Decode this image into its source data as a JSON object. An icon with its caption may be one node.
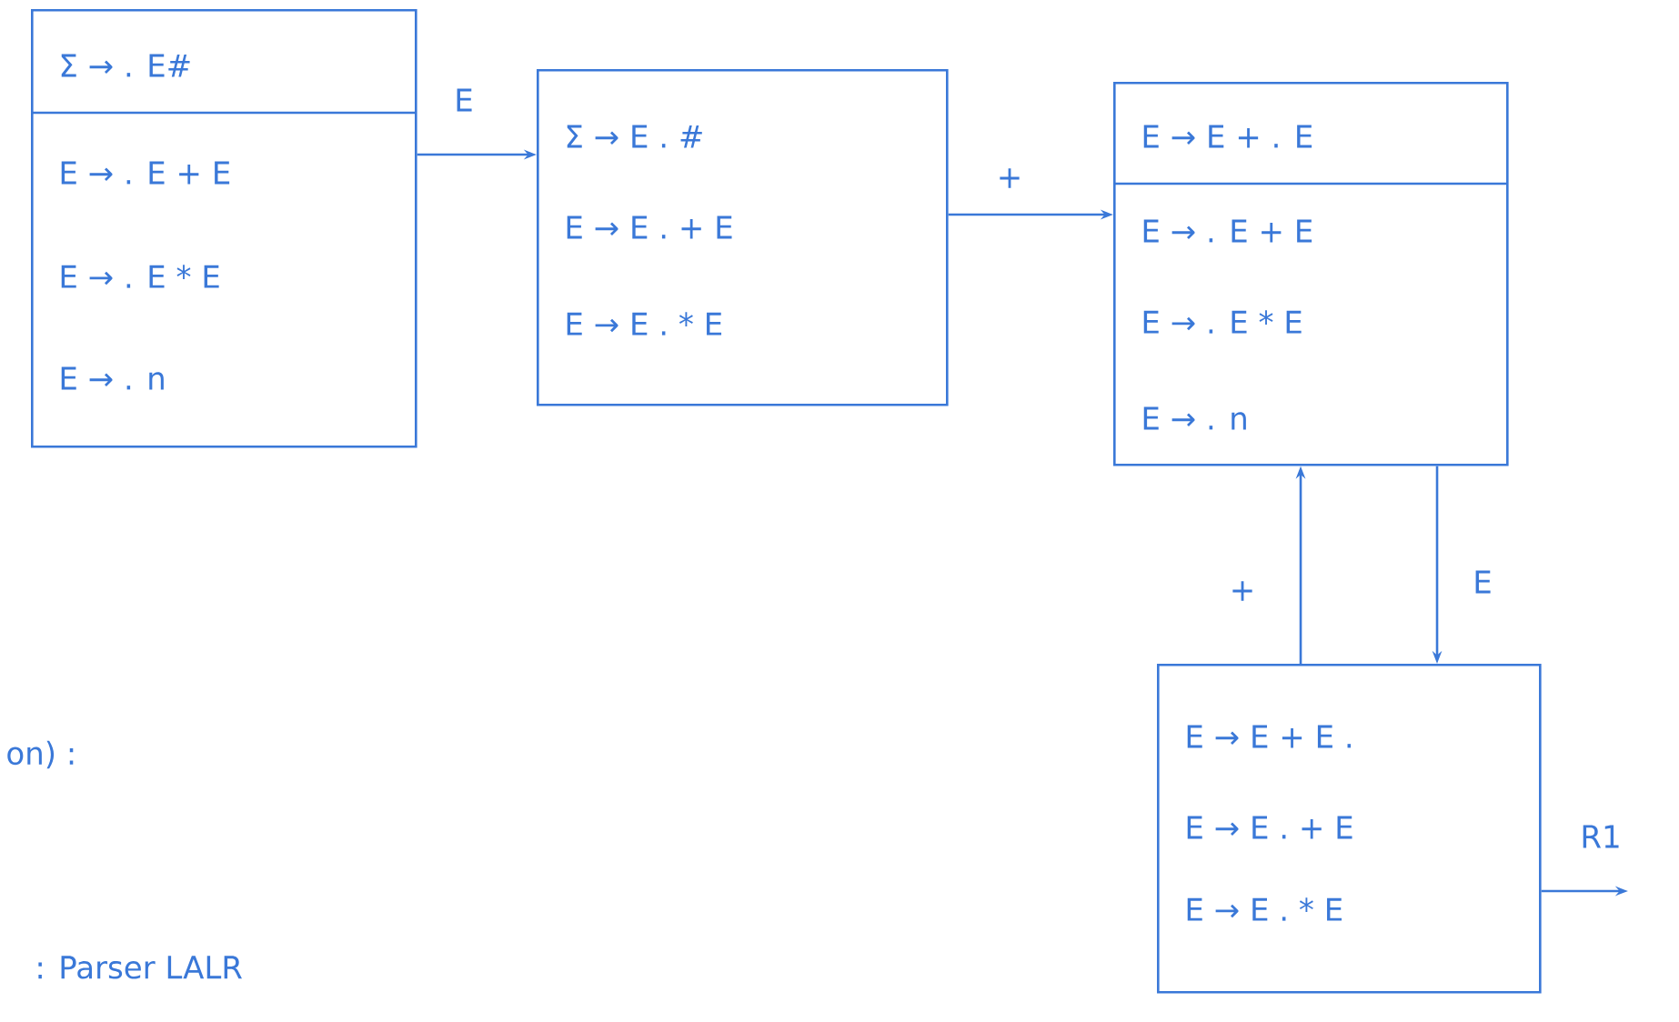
{
  "diagram": {
    "nodes": [
      {
        "text": [
          "Σ → . E#",
          "E → . E + E",
          "E → . E * E",
          "E → . n"
        ]
      },
      {
        "text": [
          "Σ → E . #",
          "E → E . + E",
          "E → E . * E"
        ]
      },
      {
        "text": [
          "E → E + . E",
          "E → . E + E",
          "E → . E * E",
          "E → . n"
        ]
      },
      {
        "text": [
          "E → E + E .",
          "E → E . + E",
          "E → E . * E"
        ]
      }
    ],
    "edges": [
      {
        "from": 0,
        "to": 1,
        "arrow": "to",
        "label": "E"
      },
      {
        "from": 1,
        "to": 2,
        "arrow": "to",
        "label": "+"
      },
      {
        "from": 3,
        "to": 2,
        "arrow": "to",
        "label": "+"
      },
      {
        "from": 2,
        "to": 3,
        "arrow": "to",
        "label": "E"
      },
      {
        "from": 3,
        "to": null,
        "arrow": "to",
        "label": "R1"
      }
    ],
    "labels": [
      "on) :",
      ": Parser LALR"
    ]
  }
}
